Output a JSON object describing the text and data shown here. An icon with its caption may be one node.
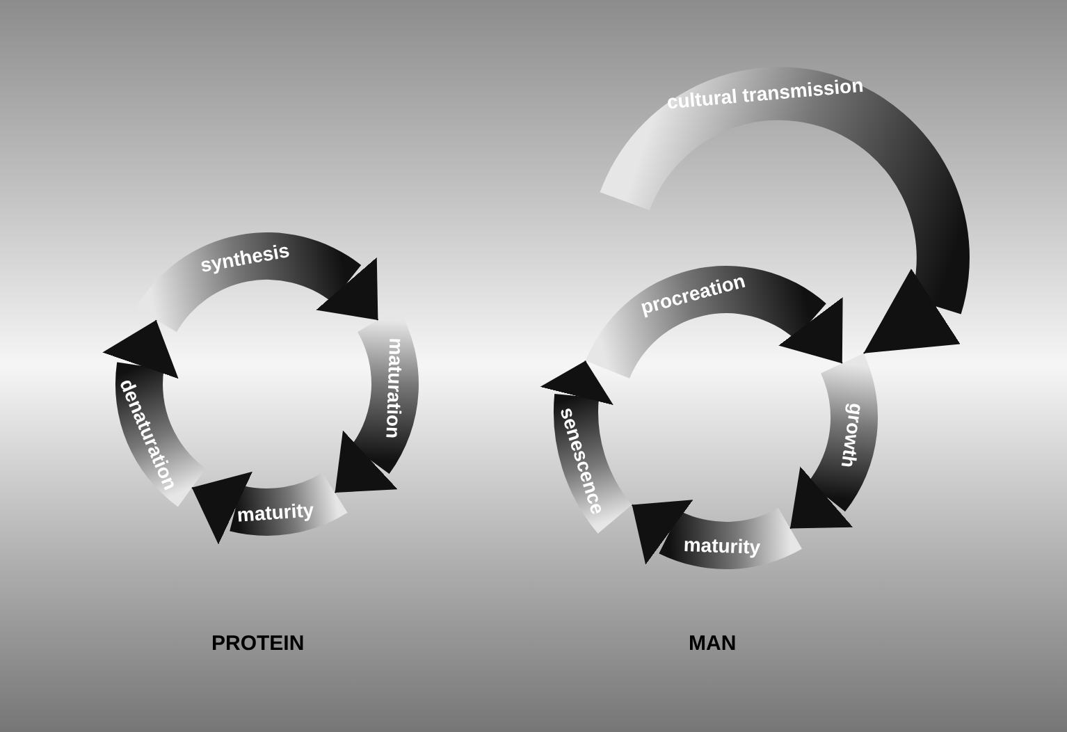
{
  "diagram": {
    "nodes": [
      {
        "text": [
          "synthesis"
        ]
      },
      {
        "text": [
          "maturation"
        ]
      },
      {
        "text": [
          "maturity"
        ]
      },
      {
        "text": [
          "denaturation"
        ]
      },
      {
        "text": [
          "cultural transmission"
        ]
      },
      {
        "text": [
          "procreation"
        ]
      },
      {
        "text": [
          "growth"
        ]
      },
      {
        "text": [
          "maturity"
        ]
      },
      {
        "text": [
          "senescence"
        ]
      }
    ],
    "edges": [
      {
        "from": 0,
        "to": 1,
        "arrow": "to"
      },
      {
        "from": 1,
        "to": 2,
        "arrow": "to"
      },
      {
        "from": 2,
        "to": 3,
        "arrow": "to"
      },
      {
        "from": 3,
        "to": 0,
        "arrow": "to"
      },
      {
        "from": 4,
        "to": 6,
        "arrow": "to"
      },
      {
        "from": 5,
        "to": 6,
        "arrow": "to"
      },
      {
        "from": 6,
        "to": 7,
        "arrow": "to"
      },
      {
        "from": 7,
        "to": 8,
        "arrow": "to"
      },
      {
        "from": 8,
        "to": 5,
        "arrow": "to"
      }
    ],
    "labels": [
      "PROTEIN",
      "MAN"
    ]
  }
}
